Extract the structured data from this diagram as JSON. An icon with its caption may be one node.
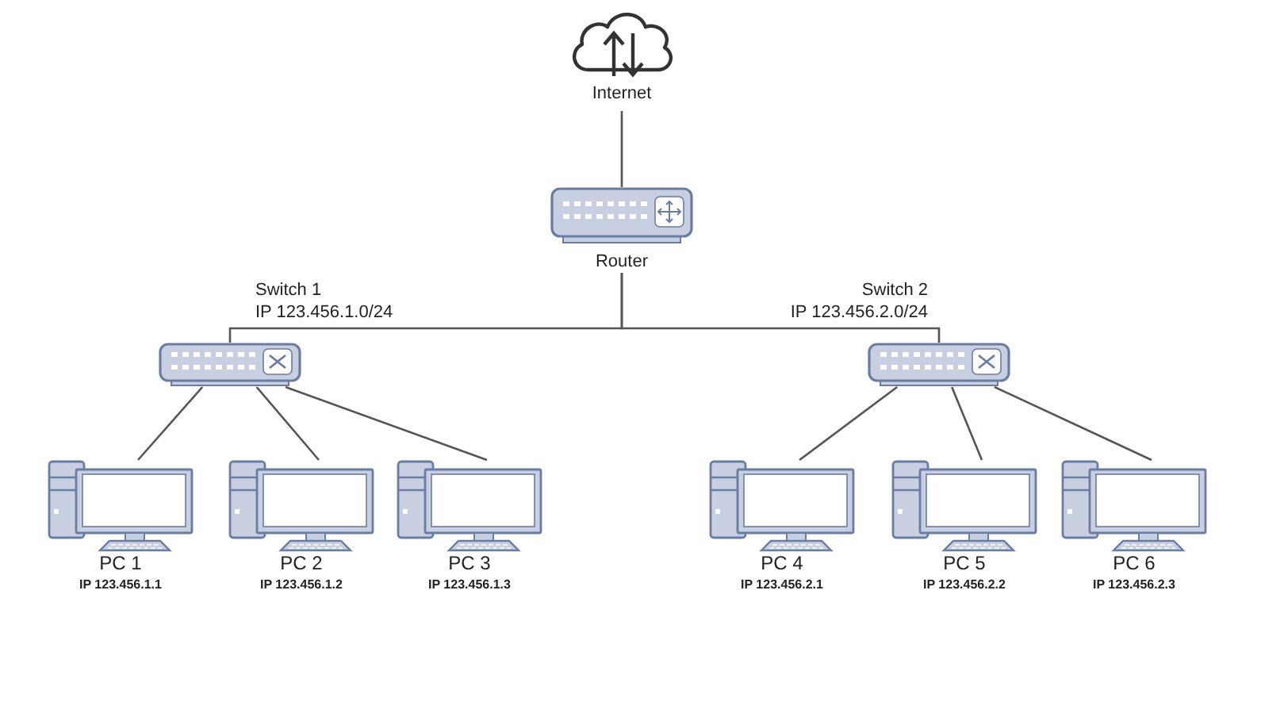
{
  "diagram": {
    "nodes": [
      {
        "text": [
          "Internet"
        ]
      },
      {
        "text": [
          "Router"
        ]
      },
      {
        "text": [
          "Switch 1",
          "IP 123.456.1.0/24"
        ]
      },
      {
        "text": [
          "Switch 2",
          "IP 123.456.2.0/24"
        ]
      },
      {
        "text": [
          "PC 1",
          "IP 123.456.1.1"
        ]
      },
      {
        "text": [
          "PC 2",
          "IP 123.456.1.2"
        ]
      },
      {
        "text": [
          "PC 3",
          "IP 123.456.1.3"
        ]
      },
      {
        "text": [
          "PC 4",
          "IP 123.456.2.1"
        ]
      },
      {
        "text": [
          "PC 5",
          "IP 123.456.2.2"
        ]
      },
      {
        "text": [
          "PC 6",
          "IP 123.456.2.3"
        ]
      }
    ],
    "edges": [
      {
        "from": 0,
        "to": 1,
        "arrow": "none"
      },
      {
        "from": 1,
        "to": 2,
        "arrow": "none"
      },
      {
        "from": 1,
        "to": 3,
        "arrow": "none"
      },
      {
        "from": 2,
        "to": 4,
        "arrow": "none"
      },
      {
        "from": 2,
        "to": 5,
        "arrow": "none"
      },
      {
        "from": 2,
        "to": 6,
        "arrow": "none"
      },
      {
        "from": 3,
        "to": 7,
        "arrow": "none"
      },
      {
        "from": 3,
        "to": 8,
        "arrow": "none"
      },
      {
        "from": 3,
        "to": 9,
        "arrow": "none"
      }
    ]
  }
}
